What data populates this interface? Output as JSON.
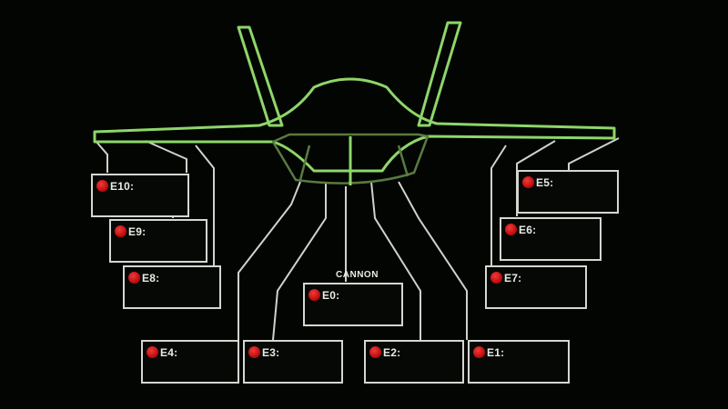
{
  "panel": {
    "cannon_title": "CANNON",
    "stations": [
      {
        "id": "E10",
        "label": "E10:"
      },
      {
        "id": "E9",
        "label": "E9:"
      },
      {
        "id": "E8",
        "label": "E8:"
      },
      {
        "id": "E4",
        "label": "E4:"
      },
      {
        "id": "E3",
        "label": "E3:"
      },
      {
        "id": "E0",
        "label": "E0:"
      },
      {
        "id": "E2",
        "label": "E2:"
      },
      {
        "id": "E1",
        "label": "E1:"
      },
      {
        "id": "E5",
        "label": "E5:"
      },
      {
        "id": "E6",
        "label": "E6:"
      },
      {
        "id": "E7",
        "label": "E7:"
      }
    ]
  },
  "colors": {
    "background": "#020502",
    "aircraft_outline": "#8ed66a",
    "aircraft_dark_outline": "#5a7a40",
    "wire": "#d4d8d0",
    "indicator": "#d01010"
  }
}
